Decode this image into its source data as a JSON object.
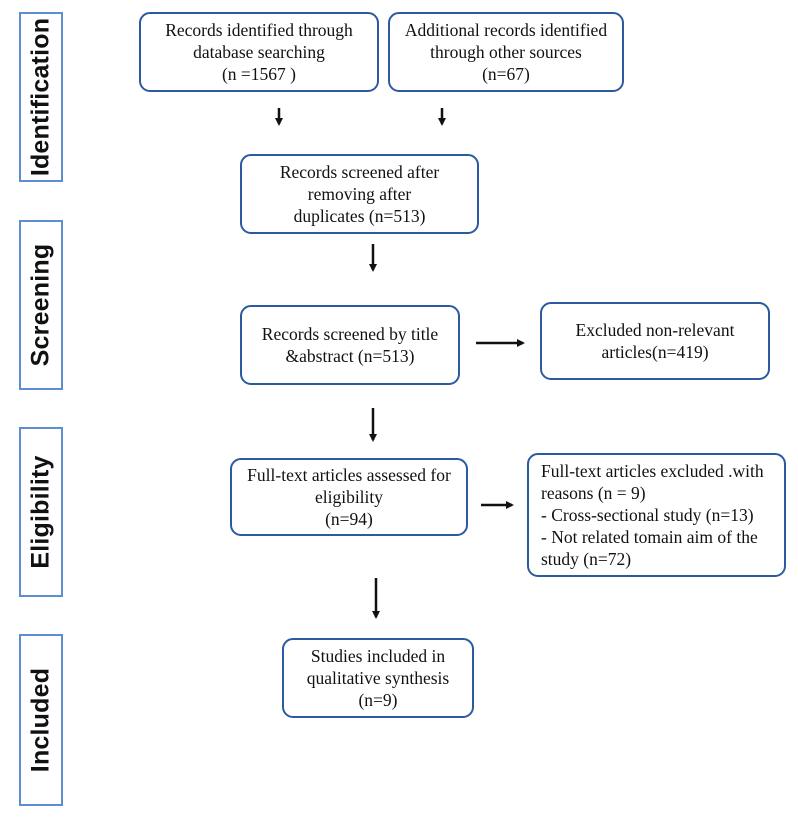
{
  "phases": [
    {
      "label": "Identification"
    },
    {
      "label": "Screening"
    },
    {
      "label": "Eligibility"
    },
    {
      "label": "Included"
    }
  ],
  "boxes": {
    "database_records": [
      "Records identified through",
      "database searching",
      "(n =1567 )"
    ],
    "other_records": [
      "Additional records identified",
      "through other sources",
      "(n=67)"
    ],
    "after_duplicates": [
      "Records screened after",
      "removing after",
      "duplicates (n=513)"
    ],
    "title_abstract": [
      "Records screened by title",
      "&abstract (n=513)"
    ],
    "excluded_nonrelevant": [
      "Excluded non-relevant",
      "articles(n=419)"
    ],
    "fulltext_assessed": [
      "Full-text articles assessed for",
      "eligibility",
      "(n=94)"
    ],
    "fulltext_excluded": [
      "Full-text articles excluded .with",
      "reasons (n = 9)",
      "- Cross-sectional study (n=13)",
      "- Not related tomain aim of the",
      "study (n=72)"
    ],
    "included": [
      "Studies included in",
      "qualitative synthesis",
      "(n=9)"
    ]
  },
  "colors": {
    "box_border": "#2c5aa0",
    "phase_border": "#5b8fd1",
    "arrow": "#111111"
  }
}
